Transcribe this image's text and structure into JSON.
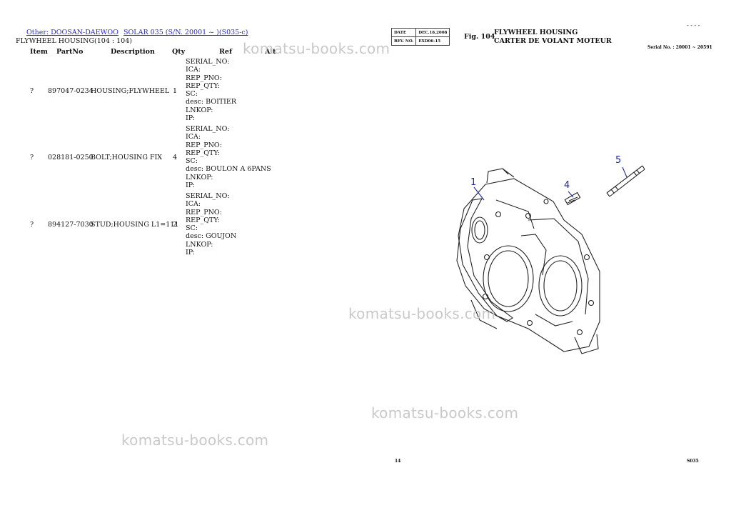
{
  "breadcrumb": {
    "link1": "Other: DOOSAN-DAEWOO",
    "link2": "SOLAR 035 (S/N. 20001 ~ )(S035-c)"
  },
  "page_title": "FLYWHEEL HOUSING(104 : 104)",
  "table": {
    "headers": {
      "item": "Item",
      "partno": "PartNo",
      "description": "Description",
      "qty": "Qty",
      "ref": "Ref",
      "alt": "Alt"
    },
    "rows": [
      {
        "item": "?",
        "partno": "897047-0234",
        "description": "HOUSING;FLYWHEEL",
        "qty": "1",
        "meta": [
          "SERIAL_NO:",
          "ICA:",
          "REP_PNO:",
          "REP_QTY:",
          "SC:",
          "desc: BOITIER",
          "LNKOP:",
          "IP:"
        ]
      },
      {
        "item": "?",
        "partno": "028181-0250",
        "description": "BOLT;HOUSING FIX",
        "qty": "4",
        "meta": [
          "SERIAL_NO:",
          "ICA:",
          "REP_PNO:",
          "REP_QTY:",
          "SC:",
          "desc: BOULON A 6PANS",
          "LNKOP:",
          "IP:"
        ]
      },
      {
        "item": "?",
        "partno": "894127-7030",
        "description": "STUD;HOUSING L1=111",
        "qty": "2",
        "meta": [
          "SERIAL_NO:",
          "ICA:",
          "REP_PNO:",
          "REP_QTY:",
          "SC:",
          "desc: GOUJON",
          "LNKOP:",
          "IP:"
        ]
      }
    ]
  },
  "watermark": "komatsu-books.com",
  "drawing": {
    "date_label": "DATE",
    "date_value": "DEC.18,2008",
    "rev_label": "REV. NO.",
    "rev_value": "EXD06-15",
    "fig_label": "Fig. 104",
    "title_en": "FLYWHEEL HOUSING",
    "title_fr": "CARTER DE VOLANT MOTEUR",
    "serial": "Serial No. : 20001 ~ 20591",
    "top_dash": "- - - -",
    "callouts": [
      "1",
      "4",
      "5"
    ],
    "page_number": "14",
    "page_code": "S035"
  },
  "colors": {
    "link": "#2a2ad0",
    "callout": "#1b2aa0",
    "watermark": "#c9c9c9"
  }
}
